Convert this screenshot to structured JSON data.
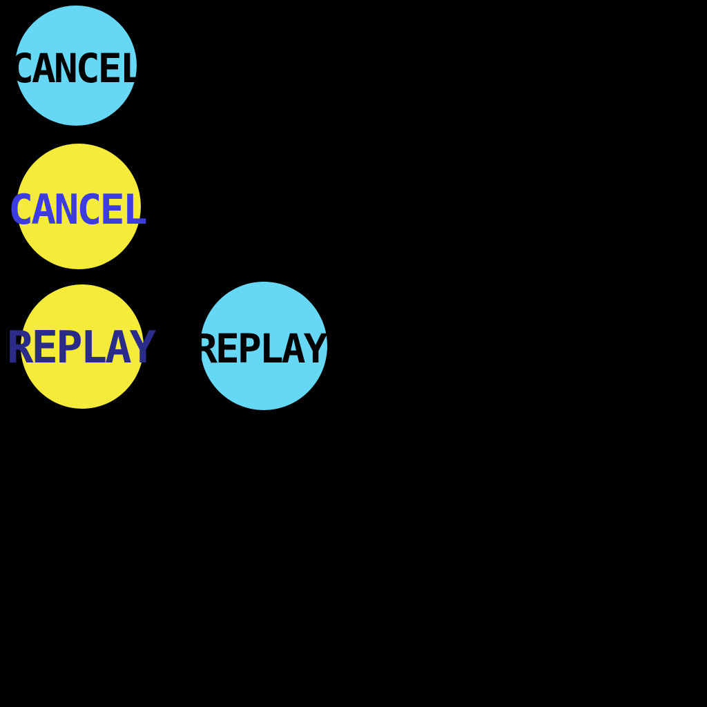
{
  "canvas": {
    "background": "#000000"
  },
  "colors": {
    "cyan_button": "#66d7f5",
    "yellow_button": "#f5eb3b",
    "black_text": "#000000",
    "blue_text": "#3c3ce0",
    "navy_text": "#2b2b8a"
  },
  "buttons": [
    {
      "name": "cancel-button-cyan",
      "label": "CANCEL",
      "circle_color": "#66d7f5",
      "text_color": "#000000"
    },
    {
      "name": "cancel-button-yellow",
      "label": "CANCEL",
      "circle_color": "#f5eb3b",
      "text_color": "#3c3ce0"
    },
    {
      "name": "replay-button-yellow",
      "label": "REPLAY",
      "circle_color": "#f5eb3b",
      "text_color": "#2b2b8a"
    },
    {
      "name": "replay-button-cyan",
      "label": "REPLAY",
      "circle_color": "#66d7f5",
      "text_color": "#000000"
    }
  ]
}
